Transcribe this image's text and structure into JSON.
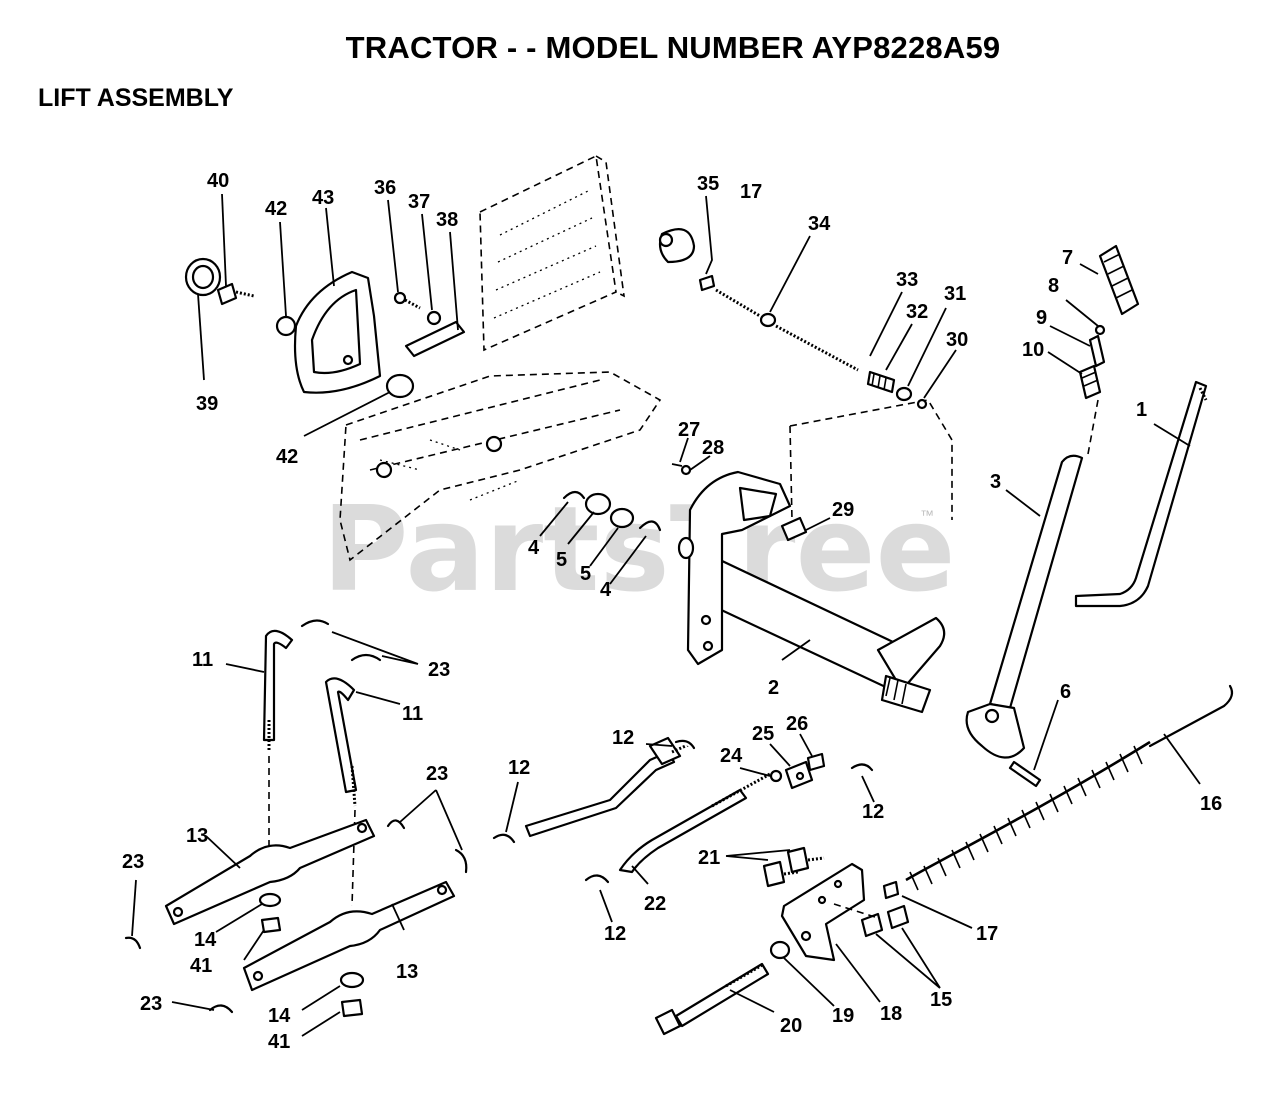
{
  "header": {
    "title": "TRACTOR - - MODEL NUMBER AYP8228A59",
    "subtitle": "LIFT ASSEMBLY"
  },
  "watermark": {
    "text": "PartsTree",
    "trademark": "™"
  },
  "callouts": [
    {
      "id": "c40",
      "label": "40"
    },
    {
      "id": "c42a",
      "label": "42"
    },
    {
      "id": "c43",
      "label": "43"
    },
    {
      "id": "c36",
      "label": "36"
    },
    {
      "id": "c37",
      "label": "37"
    },
    {
      "id": "c38",
      "label": "38"
    },
    {
      "id": "c39",
      "label": "39"
    },
    {
      "id": "c42b",
      "label": "42"
    },
    {
      "id": "c35",
      "label": "35"
    },
    {
      "id": "c17a",
      "label": "17"
    },
    {
      "id": "c34",
      "label": "34"
    },
    {
      "id": "c33",
      "label": "33"
    },
    {
      "id": "c32",
      "label": "32"
    },
    {
      "id": "c31",
      "label": "31"
    },
    {
      "id": "c30",
      "label": "30"
    },
    {
      "id": "c7",
      "label": "7"
    },
    {
      "id": "c8",
      "label": "8"
    },
    {
      "id": "c9",
      "label": "9"
    },
    {
      "id": "c10",
      "label": "10"
    },
    {
      "id": "c1",
      "label": "1"
    },
    {
      "id": "c3",
      "label": "3"
    },
    {
      "id": "c27",
      "label": "27"
    },
    {
      "id": "c28",
      "label": "28"
    },
    {
      "id": "c29",
      "label": "29"
    },
    {
      "id": "c4a",
      "label": "4"
    },
    {
      "id": "c5a",
      "label": "5"
    },
    {
      "id": "c5b",
      "label": "5"
    },
    {
      "id": "c4b",
      "label": "4"
    },
    {
      "id": "c2",
      "label": "2"
    },
    {
      "id": "c6",
      "label": "6"
    },
    {
      "id": "c11a",
      "label": "11"
    },
    {
      "id": "c23a",
      "label": "23"
    },
    {
      "id": "c11b",
      "label": "11"
    },
    {
      "id": "c23b",
      "label": "23"
    },
    {
      "id": "c12a",
      "label": "12"
    },
    {
      "id": "c12b",
      "label": "12"
    },
    {
      "id": "c25",
      "label": "25"
    },
    {
      "id": "c26",
      "label": "26"
    },
    {
      "id": "c24",
      "label": "24"
    },
    {
      "id": "c12c",
      "label": "12"
    },
    {
      "id": "c16",
      "label": "16"
    },
    {
      "id": "c13a",
      "label": "13"
    },
    {
      "id": "c23c",
      "label": "23"
    },
    {
      "id": "c21",
      "label": "21"
    },
    {
      "id": "c22",
      "label": "22"
    },
    {
      "id": "c12d",
      "label": "12"
    },
    {
      "id": "c17b",
      "label": "17"
    },
    {
      "id": "c14a",
      "label": "14"
    },
    {
      "id": "c41a",
      "label": "41"
    },
    {
      "id": "c13b",
      "label": "13"
    },
    {
      "id": "c15",
      "label": "15"
    },
    {
      "id": "c23d",
      "label": "23"
    },
    {
      "id": "c14b",
      "label": "14"
    },
    {
      "id": "c41b",
      "label": "41"
    },
    {
      "id": "c20",
      "label": "20"
    },
    {
      "id": "c19",
      "label": "19"
    },
    {
      "id": "c18",
      "label": "18"
    }
  ]
}
